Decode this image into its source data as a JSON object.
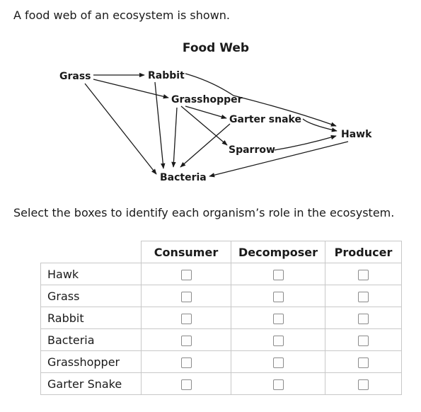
{
  "prompt": "A food web of an ecosystem is shown.",
  "food_web": {
    "title": "Food Web",
    "nodes": {
      "grass": "Grass",
      "rabbit": "Rabbit",
      "grasshopper": "Grasshopper",
      "garter_snake": "Garter snake",
      "hawk": "Hawk",
      "sparrow": "Sparrow",
      "bacteria": "Bacteria"
    },
    "edges": [
      [
        "Grass",
        "Rabbit"
      ],
      [
        "Grass",
        "Grasshopper"
      ],
      [
        "Grass",
        "Bacteria"
      ],
      [
        "Rabbit",
        "Hawk"
      ],
      [
        "Rabbit",
        "Bacteria"
      ],
      [
        "Grasshopper",
        "Garter snake"
      ],
      [
        "Grasshopper",
        "Sparrow"
      ],
      [
        "Grasshopper",
        "Bacteria"
      ],
      [
        "Garter snake",
        "Hawk"
      ],
      [
        "Garter snake",
        "Bacteria"
      ],
      [
        "Sparrow",
        "Hawk"
      ],
      [
        "Hawk",
        "Bacteria"
      ]
    ]
  },
  "instruction": "Select the boxes to identify each organism’s role in the ecosystem.",
  "table": {
    "columns": [
      "Consumer",
      "Decomposer",
      "Producer"
    ],
    "rows": [
      "Hawk",
      "Grass",
      "Rabbit",
      "Bacteria",
      "Grasshopper",
      "Garter Snake"
    ]
  }
}
